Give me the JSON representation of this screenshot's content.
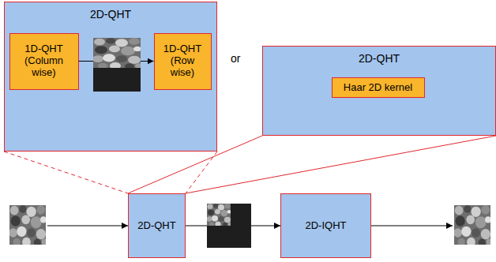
{
  "diagram": {
    "nodes": [
      {
        "text": [
          "2D-QHT"
        ]
      },
      {
        "text": [
          "1D-QHT (Column wise)"
        ],
        "in": 0
      },
      {
        "text": [
          "1D-QHT (Row wise)"
        ],
        "in": 0
      },
      {
        "text": [
          "2D-QHT"
        ]
      },
      {
        "text": [
          "Haar 2D kernel"
        ],
        "in": 3
      },
      {
        "text": [
          "2D-QHT"
        ]
      },
      {
        "text": [
          "2D-IQHT"
        ]
      }
    ],
    "edges": [
      {
        "from": 1,
        "to": 2,
        "arrow": "to"
      },
      {
        "from": 5,
        "to": 6,
        "arrow": "to"
      },
      {
        "from": 0,
        "to": 5,
        "arrow": "none"
      },
      {
        "from": 3,
        "to": 5,
        "arrow": "none"
      }
    ],
    "labels": [
      "or"
    ]
  }
}
